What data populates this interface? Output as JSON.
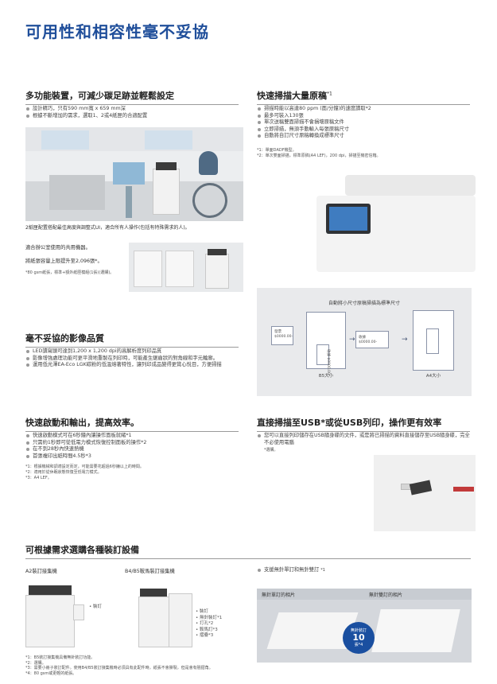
{
  "page": {
    "title": "可用性和相容性毫不妥協"
  },
  "sec1": {
    "heading": "多功能裝置，可減少碳足跡並輕鬆設定",
    "bullets": [
      "設計精巧，只有590 mm寬 x 659 mm深",
      "根據不斷增加的需求，選取1、2或4紙匣的合適配置"
    ],
    "caption": "2紙匣配置搭配最佳高度與調整式UI，適合所有人操作(包括有特殊需求的人)。",
    "text1": "適合辦公室使用的共用機器。",
    "text2": "將紙張容量上限提升至2,096張*。",
    "note": "*80 gsm紙張，標準+額外紙匣模組(1張)(選購)。"
  },
  "sec2": {
    "heading": "快速掃描大量原稿",
    "heading_sup": "*1",
    "bullets": [
      "掃描時能以高達80 ppm (面/分鐘)的速度讀取*2",
      "最多可裝入130張",
      "單次送稿雙面掃描不會損壞原稿文件",
      "立即掃描，無須手動輸入每張原稿尺寸",
      "自動將自訂尺寸原稿轉換成標準尺寸"
    ],
    "notes": [
      "*1：單面DADF機型。",
      "*2：單次雙面掃描，標準原稿(A4 LEF)，200 dpi，掃描至機密信箱。"
    ]
  },
  "sec3": {
    "heading": "毫不妥協的影像品質",
    "bullets": [
      "LED讀寫頭可達到1,200 x 1,200 dpi的高解析度列印品質",
      "影像增強處理功能可更平滑地重製在列印時，可能產生鋸齒狀的對角線和字元輪廓。",
      "運用低光澤EA-Eco LGK碳粉的低溫熔著特性，讓列印成品變得更賞心悅目，方便掃描"
    ]
  },
  "autosize": {
    "title": "自動將小尺寸原稿掃描為標準尺寸",
    "receipt_label": "發票",
    "receipt_amount": "$0000.00-",
    "receipt2_label": "收據",
    "receipt2_amount": "$0000.00-",
    "rotated_label": "收據 $0000.00-",
    "b5_label": "B5大小",
    "a4_label": "A4大小"
  },
  "sec4": {
    "heading": "快速啟動和輸出，提高效率。",
    "bullets": [
      "快速啟動模式可在6秒鐘內讓操作面板就緒*1",
      "只需約1秒即可從低電力模式恢復控制面板的操作*2",
      "在不到28秒內快速熱機",
      "首張複印出紙時間4.5秒*3"
    ],
    "notes": [
      "*1：根據機械和調適設定而定，可能需要花超過6秒鐘以上的時間。",
      "*2：適用於從休眠狀態恢復至低電力模式。",
      "*3：A4 LEF。"
    ]
  },
  "sec5": {
    "heading": "直接掃描至USB*或從USB列印，操作更有效率",
    "bullets": [
      "您可以直接列印儲存在USB隨身碟的文件，或是將已掃描的資料直接儲存至USB隨身碟，完全不必使用電腦"
    ],
    "note": "*選購。"
  },
  "sec6": {
    "heading": "可根據需求選購各種裝訂設備",
    "col1_title": "A2裝訂接集機",
    "col1_labels": [
      "• 裝訂"
    ],
    "col2_title": "B4/B5鞍馬裝訂接集機",
    "col2_labels": [
      "• 裝訂",
      "• 無針裝訂*1",
      "• 打孔*2",
      "• 鞍馬訂*3",
      "• 摺疊*3"
    ],
    "col3_bullet": "支援無針單訂和無針雙訂",
    "col3_sup": "*1",
    "photo1_label": "無針單訂的相片",
    "photo2_label": "無針雙訂的相片",
    "badge_line1": "無針裝訂",
    "badge_num": "10",
    "badge_line3": "張*4",
    "notes": [
      "*1：B5裝訂接集機具備無針裝訂功能。",
      "*2：選購。",
      "*3：需要小冊子裝訂配件。使用B4/B5裝訂接集機時必須具有此配件時，紙張不會撕裂，但是會有翹摺角。",
      "*4：80 gsm或更輕的紙張。"
    ]
  },
  "colors": {
    "brand": "#1f4e9a",
    "badge": "#1a4fa0"
  }
}
